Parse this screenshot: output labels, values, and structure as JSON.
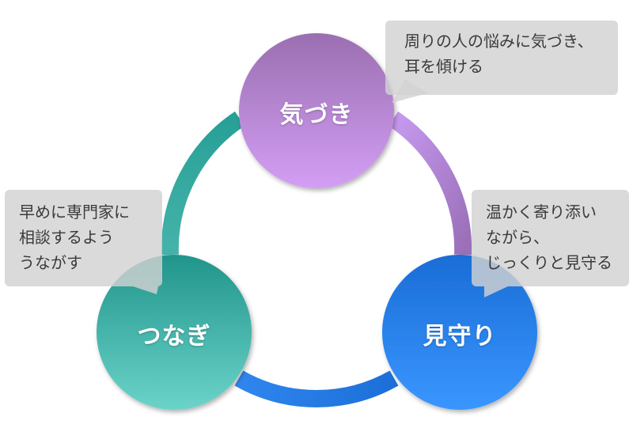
{
  "nodes": [
    {
      "id": "awareness",
      "label": "気づき"
    },
    {
      "id": "watching",
      "label": "見守り"
    },
    {
      "id": "connecting",
      "label": "つなぎ"
    }
  ],
  "callouts": {
    "awareness": {
      "lines": [
        "周りの人の悩みに気づき、",
        "耳を傾ける"
      ]
    },
    "watching": {
      "lines": [
        "温かく寄り添い",
        "ながら、",
        "じっくりと見守る"
      ]
    },
    "connecting": {
      "lines": [
        "早めに専門家に",
        "相談するよう",
        "うながす"
      ]
    }
  },
  "colors": {
    "awareness_top": "#9a6fb0",
    "awareness_bottom": "#d39ef5",
    "watching_top": "#1a6dd6",
    "watching_bottom": "#3a96ff",
    "connecting_top": "#21958b",
    "connecting_bottom": "#6bd3c9",
    "callout_bg": "#d2d2d2"
  }
}
